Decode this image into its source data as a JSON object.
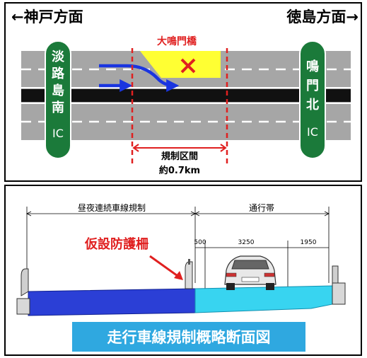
{
  "top_panel": {
    "direction_left": "←神戸方面",
    "direction_right": "徳島方面→",
    "bridge_label": "大鳴門橋",
    "ic_left": [
      "淡",
      "路",
      "島",
      "南"
    ],
    "ic_left_suffix": "IC",
    "ic_right": [
      "鳴",
      "門",
      "北"
    ],
    "ic_right_suffix": "IC",
    "section_label_line1": "規制区間",
    "section_label_line2": "約0.7km"
  },
  "bottom_panel": {
    "regulation_label": "昼夜連続車線規制",
    "traffic_band_label": "通行帯",
    "dim_500": "500",
    "dim_3250": "3250",
    "dim_1950": "1950",
    "barrier_label": "仮設防護柵",
    "title": "走行車線規制概略断面図"
  },
  "colors": {
    "road_gray": "#a6a6a6",
    "median_black": "#111111",
    "ic_green": "#1b7a3a",
    "arrow_blue": "#1a35e0",
    "regulation_red": "#e02020",
    "bridge_yellow": "#ffff33",
    "deck_blue": "#2b3fd6",
    "deck_cyan": "#38d4f0",
    "title_bg": "#2fa8e0"
  }
}
